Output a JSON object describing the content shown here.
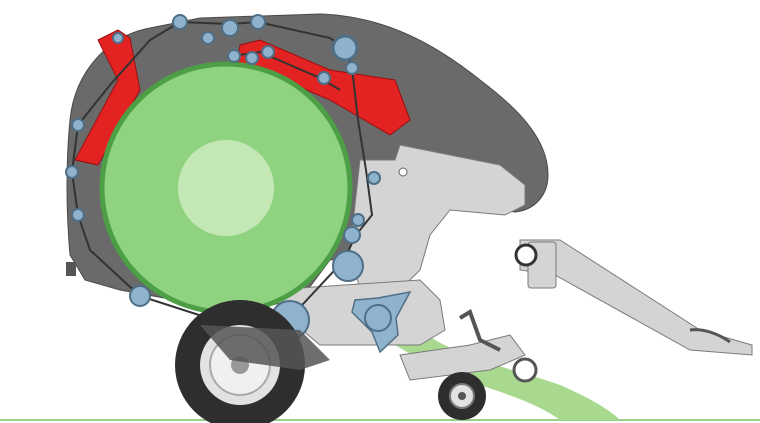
{
  "diagram": {
    "subject": "round-baler-cross-section",
    "colors": {
      "background": "#ffffff",
      "housing_dark": "#6a6a6a",
      "housing_mid": "#8a8a8a",
      "frame_light": "#d4d4d4",
      "frame_stroke": "#7a7a7a",
      "red_arm": "#e32222",
      "bale_fill": "#8fd27f",
      "bale_highlight": "#c3e8b6",
      "bale_ring": "#4d9f46",
      "crop_flow": "#a8d98f",
      "roller_fill": "#8fb3cc",
      "roller_stroke": "#4f6f87",
      "belt": "#333333",
      "tire": "#2e2e2e",
      "rim": "#e2e2e2",
      "ground_line": "#9ccf8a"
    },
    "icons": [
      "round-bale",
      "bale-chamber-housing",
      "tension-arm",
      "belt-rollers",
      "pickup-rotor",
      "main-wheel",
      "gauge-wheel",
      "drawbar"
    ]
  }
}
